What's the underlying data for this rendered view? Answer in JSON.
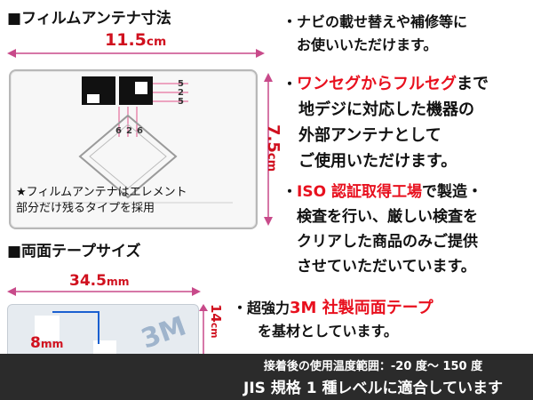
{
  "section1": {
    "title": "■フィルムアンテナ寸法",
    "width": {
      "value": "11.5",
      "unit": "cm"
    },
    "height": {
      "value": "7.5",
      "unit": "cm"
    },
    "pins_right": [
      "5",
      "2",
      "5"
    ],
    "pins_bottom": [
      "6",
      "2",
      "6"
    ],
    "note_lines": [
      "★フィルムアンテナはエレメント",
      "部分だけ残るタイプを採用"
    ]
  },
  "section2": {
    "title": "■両面テープサイズ",
    "width": {
      "value": "34.5",
      "unit": "mm"
    },
    "height": {
      "value": "14",
      "unit": "cm"
    },
    "hole": {
      "value": "8",
      "unit": "mm"
    },
    "tape_mark": "3M"
  },
  "right": {
    "bullet": "・",
    "block1": [
      "ナビの載せ替えや補修等に",
      "お使いいただけます。"
    ],
    "block2": {
      "line1_red": "ワンセグからフルセグ",
      "line1_rest": "まで",
      "lines": [
        "地デジに対応した機器の",
        "外部アンテナとして",
        "ご使用いただけます。"
      ]
    },
    "block3": {
      "line1_red": "ISO 認証取得工場",
      "line1_rest": "で製造・",
      "lines": [
        "検査を行い、厳しい検査を",
        "クリアした商品のみご提供",
        "させていただいています。"
      ]
    },
    "block4": {
      "line1_black": "超強力",
      "line1_red": "3M 社製両面テープ",
      "line2": "を基材としています。"
    }
  },
  "footer": {
    "line1": "接着後の使用温度範囲：-20 度～ 150 度",
    "line2": "JIS 規格 1 種レベルに適合しています"
  },
  "colors": {
    "accent_red": "#e8101e",
    "dim_red": "#d0101e",
    "footer_bg": "#2b2b2b",
    "pin_pink": "#e0508a"
  }
}
